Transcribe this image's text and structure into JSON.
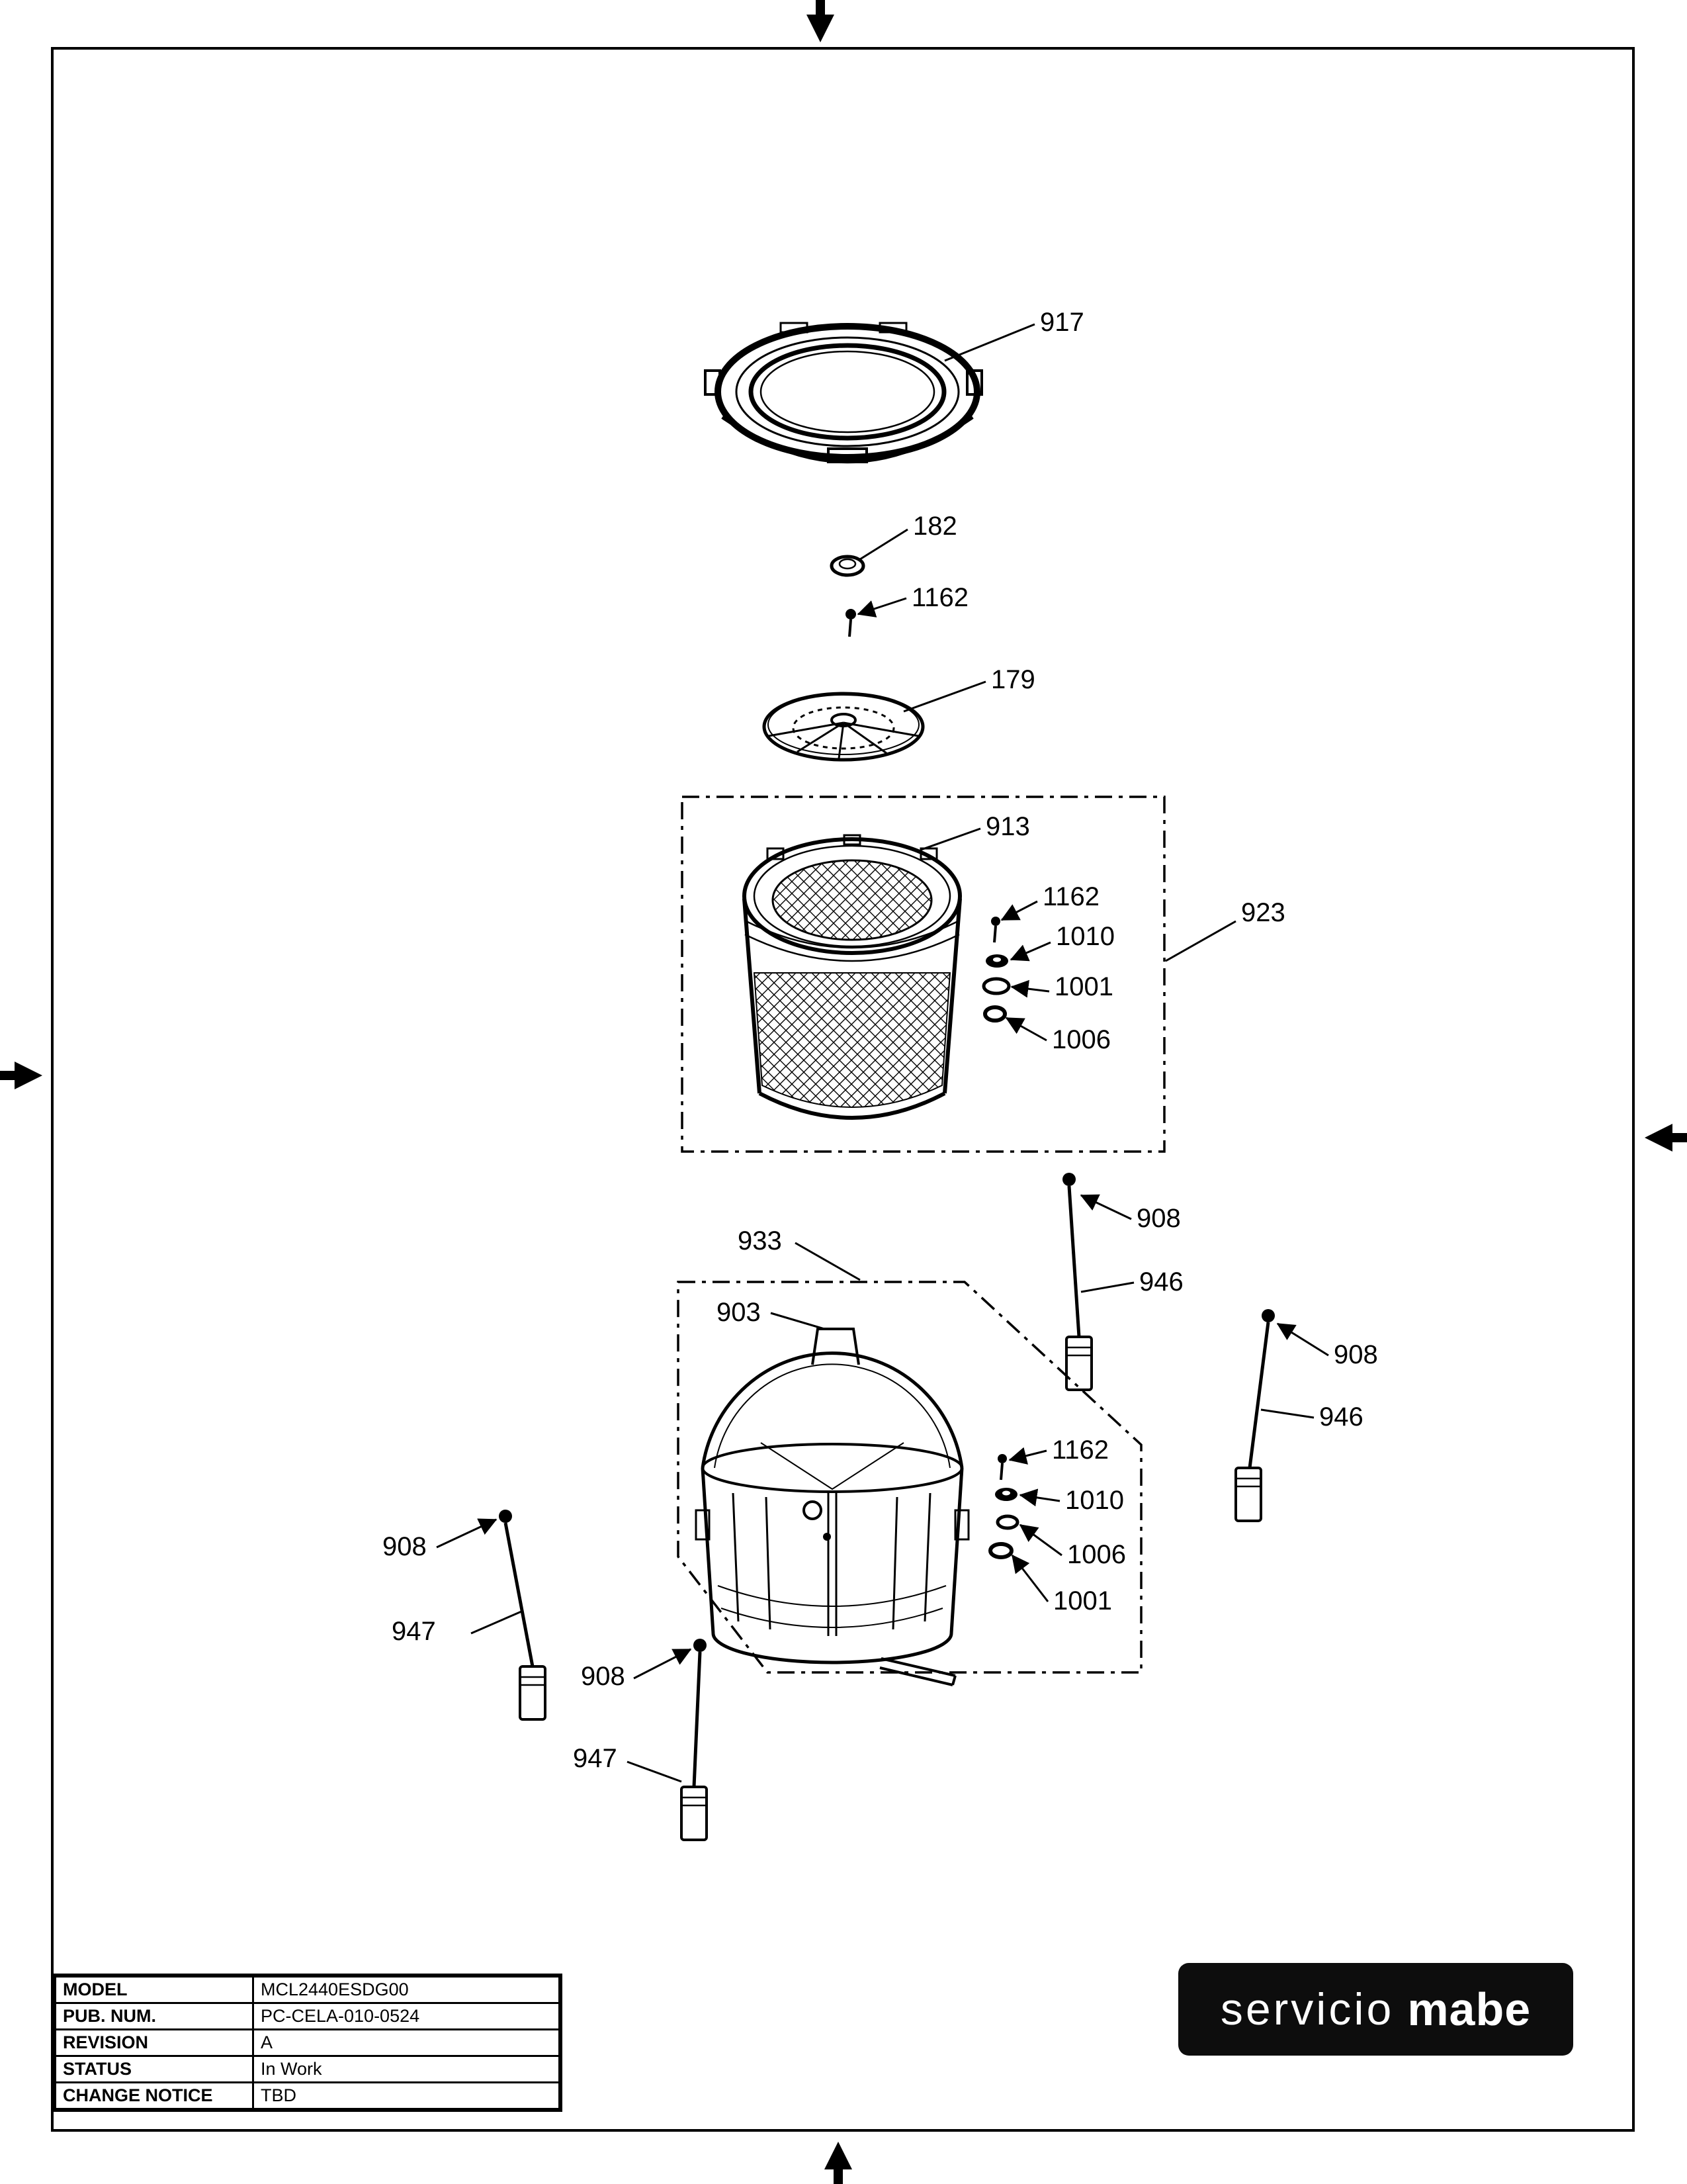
{
  "colors": {
    "ink": "#000000",
    "logo_background": "#0d0d0d",
    "logo_text": "#ffffff"
  },
  "diagram": {
    "callouts": [
      {
        "text": "917"
      },
      {
        "text": "182"
      },
      {
        "text": "1162"
      },
      {
        "text": "179"
      },
      {
        "text": "913"
      },
      {
        "text": "923"
      },
      {
        "text": "1162"
      },
      {
        "text": "1010"
      },
      {
        "text": "1001"
      },
      {
        "text": "1006"
      },
      {
        "text": "908"
      },
      {
        "text": "946"
      },
      {
        "text": "933"
      },
      {
        "text": "903"
      },
      {
        "text": "908"
      },
      {
        "text": "946"
      },
      {
        "text": "1162"
      },
      {
        "text": "1010"
      },
      {
        "text": "1006"
      },
      {
        "text": "1001"
      },
      {
        "text": "908"
      },
      {
        "text": "947"
      },
      {
        "text": "908"
      },
      {
        "text": "947"
      }
    ]
  },
  "info_table": {
    "rows": [
      {
        "label": "MODEL",
        "value": "MCL2440ESDG00"
      },
      {
        "label": "PUB. NUM.",
        "value": "PC-CELA-010-0524"
      },
      {
        "label": "REVISION",
        "value": "A"
      },
      {
        "label": "STATUS",
        "value": "In Work"
      },
      {
        "label": "CHANGE NOTICE",
        "value": "TBD"
      }
    ]
  },
  "logo": {
    "word1": "servicio",
    "word2": "mabe"
  }
}
